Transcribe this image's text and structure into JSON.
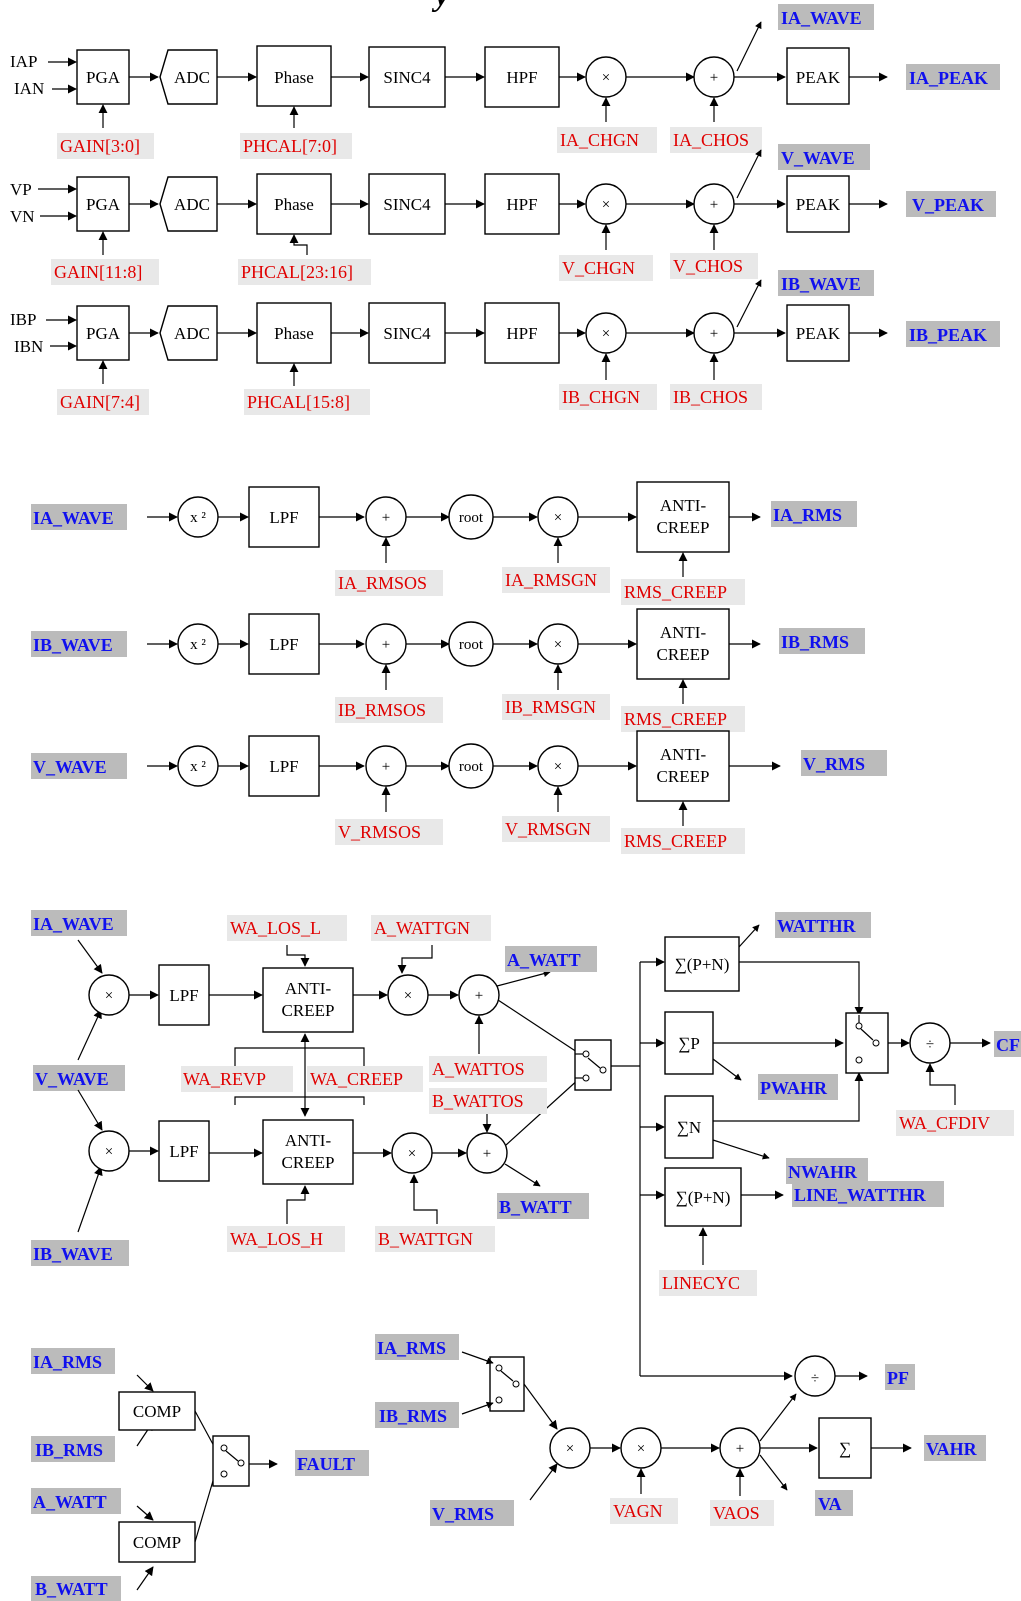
{
  "title_fragment": "y",
  "rows": [
    {
      "in_p": "IAP",
      "in_n": "IAN",
      "pga": "PGA",
      "adc": "ADC",
      "phase": "Phase",
      "sinc": "SINC4",
      "hpf": "HPF",
      "mul": "×",
      "add": "+",
      "peak": "PEAK",
      "gain": "GAIN[3:0]",
      "phcal": "PHCAL[7:0]",
      "chgn": "IA_CHGN",
      "chos": "IA_CHOS",
      "wave": "IA_WAVE",
      "peak_out": "IA_PEAK"
    },
    {
      "in_p": "VP",
      "in_n": "VN",
      "pga": "PGA",
      "adc": "ADC",
      "phase": "Phase",
      "sinc": "SINC4",
      "hpf": "HPF",
      "mul": "×",
      "add": "+",
      "peak": "PEAK",
      "gain": "GAIN[11:8]",
      "phcal": "PHCAL[23:16]",
      "chgn": "V_CHGN",
      "chos": "V_CHOS",
      "wave": "V_WAVE",
      "peak_out": "V_PEAK"
    },
    {
      "in_p": "IBP",
      "in_n": "IBN",
      "pga": "PGA",
      "adc": "ADC",
      "phase": "Phase",
      "sinc": "SINC4",
      "hpf": "HPF",
      "mul": "×",
      "add": "+",
      "peak": "PEAK",
      "gain": "GAIN[7:4]",
      "phcal": "PHCAL[15:8]",
      "chgn": "IB_CHGN",
      "chos": "IB_CHOS",
      "wave": "IB_WAVE",
      "peak_out": "IB_PEAK"
    }
  ],
  "rms_rows": [
    {
      "wave": "IA_WAVE",
      "sq": "x ²",
      "lpf": "LPF",
      "add": "+",
      "root": "root",
      "mul": "×",
      "creep1": "ANTI-",
      "creep2": "CREEP",
      "rmsos": "IA_RMSOS",
      "rmsgn": "IA_RMSGN",
      "creep_reg": "RMS_CREEP",
      "out": "IA_RMS"
    },
    {
      "wave": "IB_WAVE",
      "sq": "x ²",
      "lpf": "LPF",
      "add": "+",
      "root": "root",
      "mul": "×",
      "creep1": "ANTI-",
      "creep2": "CREEP",
      "rmsos": "IB_RMSOS",
      "rmsgn": "IB_RMSGN",
      "creep_reg": "RMS_CREEP",
      "out": "IB_RMS"
    },
    {
      "wave": "V_WAVE",
      "sq": "x ²",
      "lpf": "LPF",
      "add": "+",
      "root": "root",
      "mul": "×",
      "creep1": "ANTI-",
      "creep2": "CREEP",
      "rmsos": "V_RMSOS",
      "rmsgn": "V_RMSGN",
      "creep_reg": "RMS_CREEP",
      "out": "V_RMS"
    }
  ],
  "power": {
    "ia_wave": "IA_WAVE",
    "v_wave": "V_WAVE",
    "ib_wave": "IB_WAVE",
    "mul": "×",
    "add": "+",
    "lpf": "LPF",
    "creep1": "ANTI-",
    "creep2": "CREEP",
    "wa_los_l": "WA_LOS_L",
    "a_wattgn": "A_WATTGN",
    "a_watt": "A_WATT",
    "wa_revp": "WA_REVP",
    "wa_creep": "WA_CREEP",
    "a_wattos": "A_WATTOS",
    "b_wattos": "B_WATTOS",
    "wa_los_h": "WA_LOS_H",
    "b_wattgn": "B_WATTGN",
    "b_watt": "B_WATT",
    "acc_pn": "∑(P+N)",
    "acc_p": "∑P",
    "acc_n": "∑N",
    "acc_line": "∑(P+N)",
    "watthr": "WATTHR",
    "pwahr": "PWAHR",
    "nwahr": "NWAHR",
    "line_watthr": "LINE_WATTHR",
    "linecyc": "LINECYC",
    "div": "÷",
    "cf": "CF",
    "wa_cfdiv": "WA_CFDIV",
    "pf": "PF"
  },
  "fault": {
    "ia_rms": "IA_RMS",
    "ib_rms": "IB_RMS",
    "a_watt": "A_WATT",
    "b_watt": "B_WATT",
    "comp": "COMP",
    "fault": "FAULT"
  },
  "va": {
    "ia_rms": "IA_RMS",
    "ib_rms": "IB_RMS",
    "v_rms": "V_RMS",
    "mul": "×",
    "add": "+",
    "vagn": "VAGN",
    "vaos": "VAOS",
    "va": "VA",
    "acc": "∑",
    "vahr": "VAHR"
  }
}
